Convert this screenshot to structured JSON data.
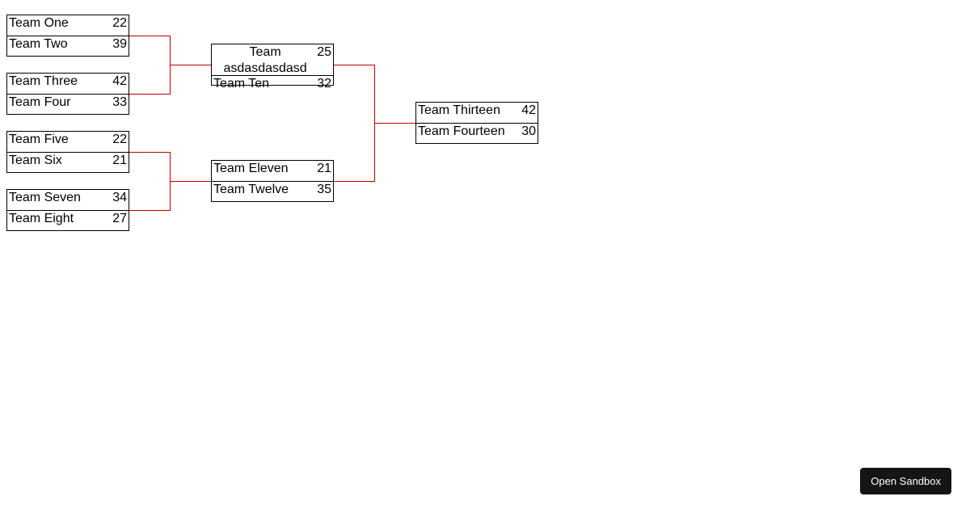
{
  "bracket": {
    "connector_color": "#c00000",
    "rounds": [
      {
        "matches": [
          {
            "teams": [
              {
                "name": "Team One",
                "score": "22"
              },
              {
                "name": "Team Two",
                "score": "39"
              }
            ]
          },
          {
            "teams": [
              {
                "name": "Team Three",
                "score": "42"
              },
              {
                "name": "Team Four",
                "score": "33"
              }
            ]
          },
          {
            "teams": [
              {
                "name": "Team Five",
                "score": "22"
              },
              {
                "name": "Team Six",
                "score": "21"
              }
            ]
          },
          {
            "teams": [
              {
                "name": "Team Seven",
                "score": "34"
              },
              {
                "name": "Team Eight",
                "score": "27"
              }
            ]
          }
        ]
      },
      {
        "matches": [
          {
            "teams": [
              {
                "name": "Team asdasdasdasd",
                "score": "25"
              },
              {
                "name": "Team Ten",
                "score": "32"
              }
            ]
          },
          {
            "teams": [
              {
                "name": "Team Eleven",
                "score": "21"
              },
              {
                "name": "Team Twelve",
                "score": "35"
              }
            ]
          }
        ]
      },
      {
        "matches": [
          {
            "teams": [
              {
                "name": "Team Thirteen",
                "score": "42"
              },
              {
                "name": "Team Fourteen",
                "score": "30"
              }
            ]
          }
        ]
      }
    ]
  },
  "sandbox_button": {
    "label": "Open Sandbox"
  }
}
